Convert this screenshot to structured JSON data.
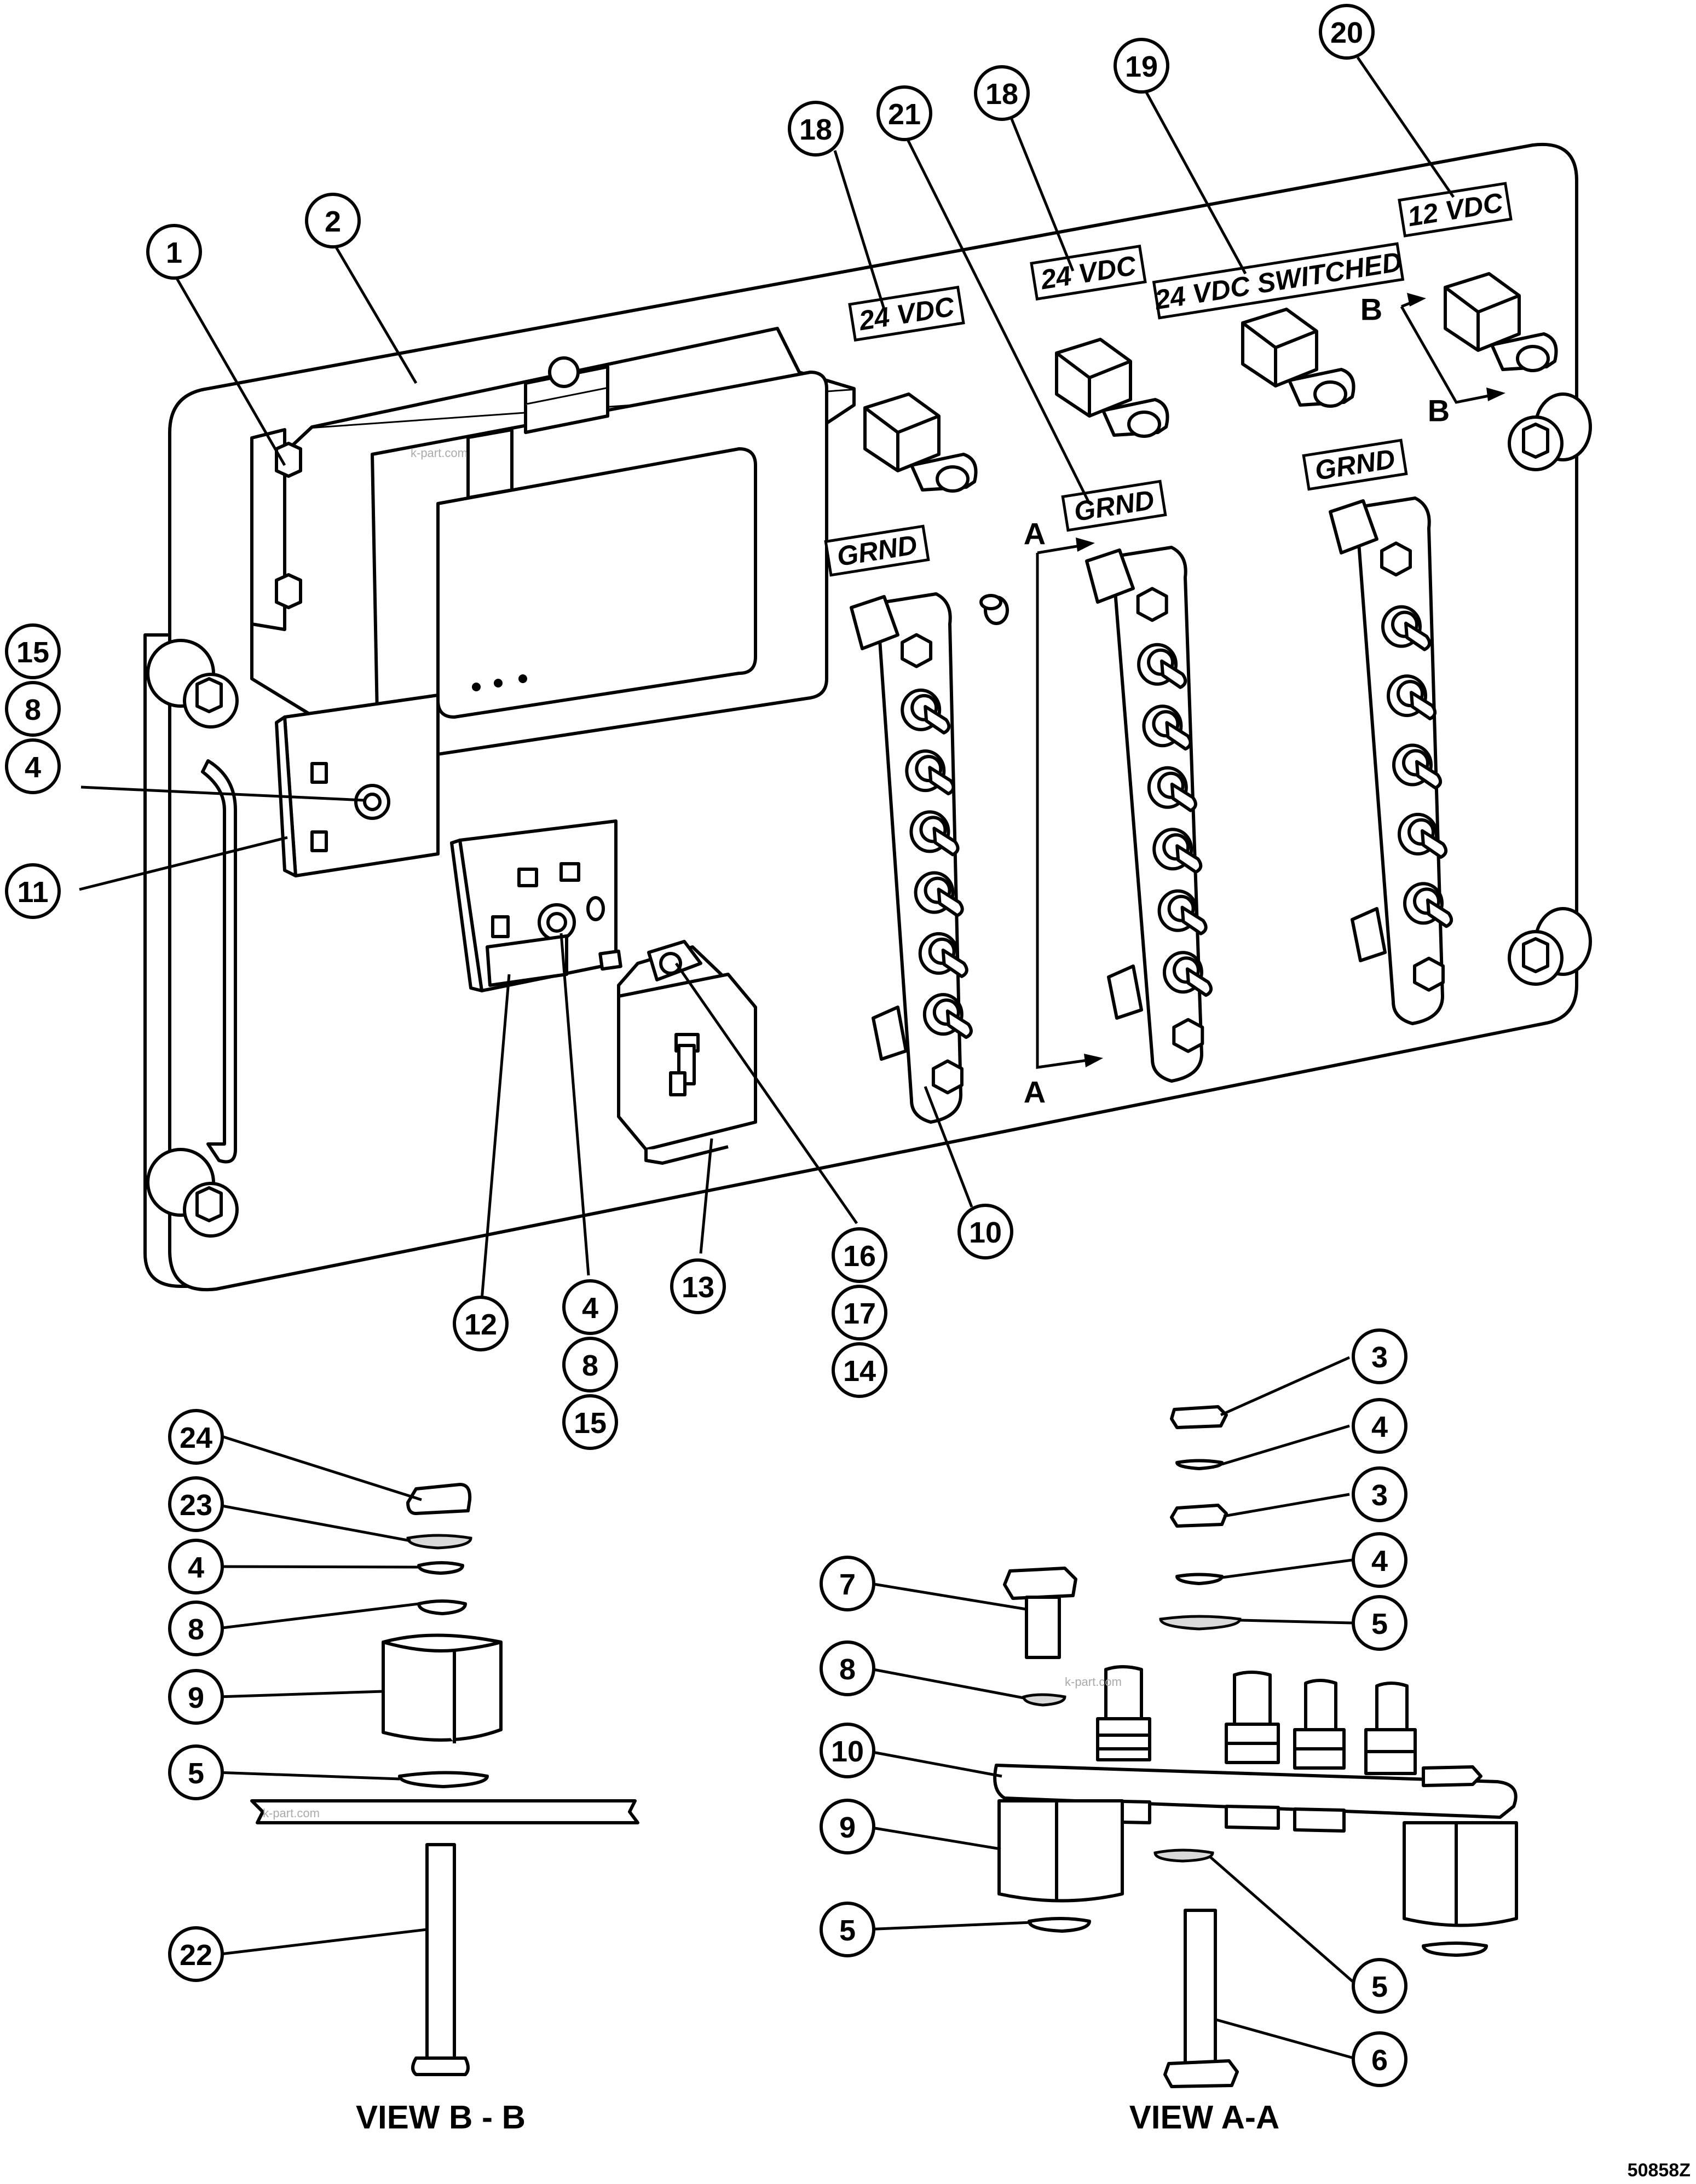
{
  "balloons": [
    {
      "key": "b1",
      "text": "1"
    },
    {
      "key": "b2",
      "text": "2"
    },
    {
      "key": "b15a",
      "text": "15"
    },
    {
      "key": "b8a",
      "text": "8"
    },
    {
      "key": "b4a",
      "text": "4"
    },
    {
      "key": "b11",
      "text": "11"
    },
    {
      "key": "b18a",
      "text": "18"
    },
    {
      "key": "b21",
      "text": "21"
    },
    {
      "key": "b18b",
      "text": "18"
    },
    {
      "key": "b19",
      "text": "19"
    },
    {
      "key": "b20",
      "text": "20"
    },
    {
      "key": "b12",
      "text": "12"
    },
    {
      "key": "b4b",
      "text": "4"
    },
    {
      "key": "b8b",
      "text": "8"
    },
    {
      "key": "b15b",
      "text": "15"
    },
    {
      "key": "b13",
      "text": "13"
    },
    {
      "key": "b16",
      "text": "16"
    },
    {
      "key": "b17",
      "text": "17"
    },
    {
      "key": "b14",
      "text": "14"
    },
    {
      "key": "b10a",
      "text": "10"
    },
    {
      "key": "b24",
      "text": "24"
    },
    {
      "key": "b23",
      "text": "23"
    },
    {
      "key": "b4c",
      "text": "4"
    },
    {
      "key": "b8c",
      "text": "8"
    },
    {
      "key": "b9a",
      "text": "9"
    },
    {
      "key": "b5a",
      "text": "5"
    },
    {
      "key": "b22",
      "text": "22"
    },
    {
      "key": "b3a",
      "text": "3"
    },
    {
      "key": "b4d",
      "text": "4"
    },
    {
      "key": "b3b",
      "text": "3"
    },
    {
      "key": "b4e",
      "text": "4"
    },
    {
      "key": "b5b",
      "text": "5"
    },
    {
      "key": "b7",
      "text": "7"
    },
    {
      "key": "b8d",
      "text": "8"
    },
    {
      "key": "b10b",
      "text": "10"
    },
    {
      "key": "b9b",
      "text": "9"
    },
    {
      "key": "b5c",
      "text": "5"
    },
    {
      "key": "b5d",
      "text": "5"
    },
    {
      "key": "b6",
      "text": "6"
    }
  ],
  "labels": [
    {
      "key": "l24a",
      "text": "24 VDC"
    },
    {
      "key": "l24b",
      "text": "24 VDC"
    },
    {
      "key": "l24s",
      "text": "24 VDC SWITCHED"
    },
    {
      "key": "l12",
      "text": "12 VDC"
    },
    {
      "key": "lg1",
      "text": "GRND"
    },
    {
      "key": "lg2",
      "text": "GRND"
    },
    {
      "key": "lg3",
      "text": "GRND"
    }
  ],
  "section_letters": {
    "a_top": "A",
    "a_bottom": "A",
    "b_top": "B",
    "b_bottom": "B"
  },
  "views": {
    "view_bb": "VIEW B - B",
    "view_aa": "VIEW A-A"
  },
  "drawing_number": "50858Z",
  "watermark": "k-part.com"
}
